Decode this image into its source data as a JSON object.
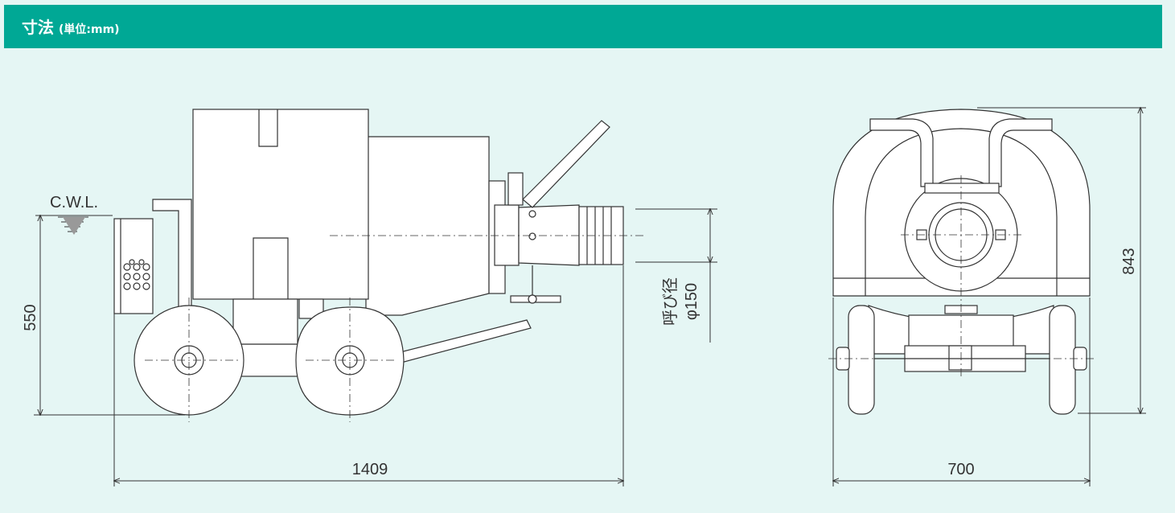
{
  "header": {
    "title": "寸法",
    "unit": "(単位:mm)"
  },
  "drawing": {
    "side_view": {
      "cwl_label": "C.W.L.",
      "height_dim": "550",
      "length_dim": "1409",
      "bore_label": "呼び径",
      "bore_value": "φ150"
    },
    "front_view": {
      "width_dim": "700",
      "height_dim": "843"
    }
  }
}
